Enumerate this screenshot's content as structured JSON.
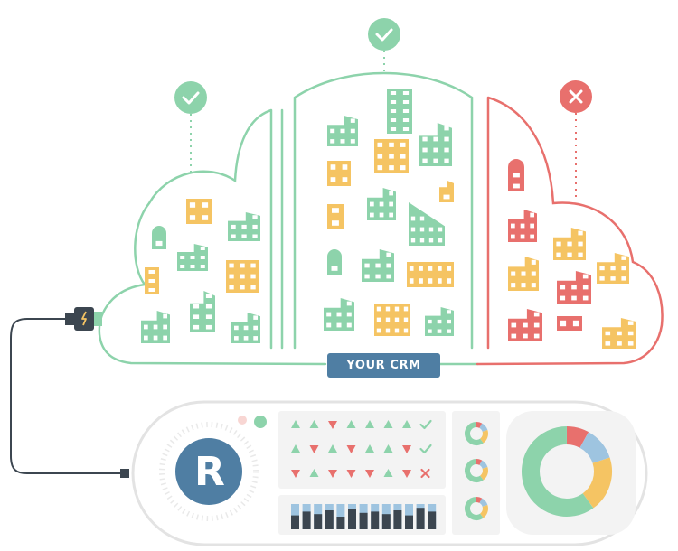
{
  "crm_label": "YOUR CRM",
  "logo_letter": "R",
  "colors": {
    "green": "#8dd3ab",
    "green_dark": "#7fcf9f",
    "yellow": "#f5c463",
    "red": "#e8706d",
    "blue": "#4f7ea3",
    "light_blue": "#9ec4e0",
    "outline_gray": "#e3e3e3",
    "panel_gray": "#f1f1f1",
    "cable": "#3c4650"
  },
  "cloud_sections": [
    {
      "name": "left",
      "status": "success",
      "icon": "check-icon"
    },
    {
      "name": "middle",
      "status": "success",
      "icon": "check-icon"
    },
    {
      "name": "right",
      "status": "failure",
      "icon": "cross-icon"
    }
  ],
  "status_grid": [
    [
      "up",
      "up",
      "down",
      "up",
      "up",
      "up",
      "up",
      "check"
    ],
    [
      "up",
      "down",
      "up",
      "down",
      "up",
      "up",
      "down",
      "check"
    ],
    [
      "down",
      "up",
      "down",
      "down",
      "down",
      "up",
      "down",
      "cross"
    ]
  ],
  "bar_panel": [
    0.55,
    0.7,
    0.6,
    0.75,
    0.5,
    0.8,
    0.65,
    0.7,
    0.6,
    0.75,
    0.55,
    0.85,
    0.7
  ],
  "donut": [
    {
      "color_key": "red",
      "fraction": 0.08
    },
    {
      "color_key": "light_blue",
      "fraction": 0.12
    },
    {
      "color_key": "yellow",
      "fraction": 0.2
    },
    {
      "color_key": "green",
      "fraction": 0.6
    }
  ]
}
